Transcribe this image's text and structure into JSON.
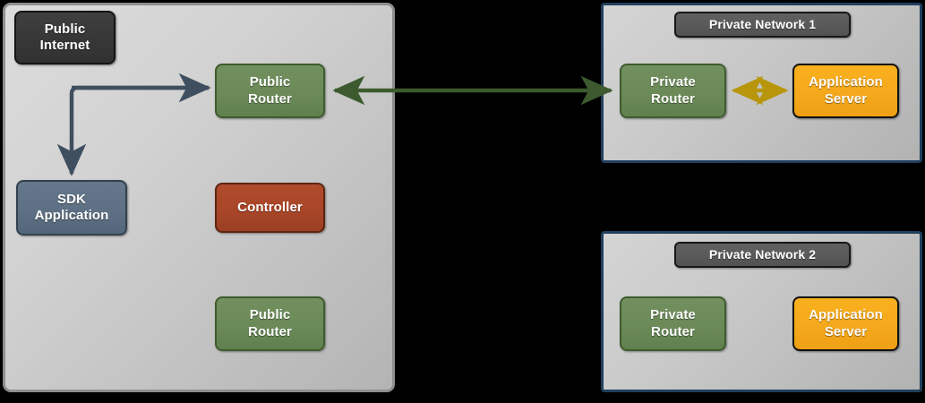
{
  "diagram": {
    "title": "Public Internet / Private Network connectivity diagram",
    "background_color": "#000000"
  },
  "panels": {
    "public": {
      "name": "Public cloud panel",
      "border_color": "#8e8e8e",
      "fill_color": "#d2d2d2"
    },
    "private_1": {
      "title": "Private Network 1",
      "border_color": "#20405d",
      "fill_color": "#c9c9c9"
    },
    "private_2": {
      "title": "Private Network 2",
      "border_color": "#20405d",
      "fill_color": "#c9c9c9"
    }
  },
  "nodes": {
    "public_internet": {
      "label": "Public\nInternet",
      "color": "#373737"
    },
    "public_router_top": {
      "label": "Public\nRouter",
      "color": "#6b8a58"
    },
    "sdk_application": {
      "label": "SDK\nApplication",
      "color": "#5e7083"
    },
    "controller": {
      "label": "Controller",
      "color": "#a84628"
    },
    "public_router_bottom": {
      "label": "Public\nRouter",
      "color": "#6b8a58"
    },
    "pn1_private_router": {
      "label": "Private\nRouter",
      "color": "#6b8a58"
    },
    "pn1_application_server": {
      "label": "Application\nServer",
      "color": "#f5a81c"
    },
    "pn2_private_router": {
      "label": "Private\nRouter",
      "color": "#6b8a58"
    },
    "pn2_application_server": {
      "label": "Application\nServer",
      "color": "#f5a81c"
    }
  },
  "connectors": {
    "internet_to_router_and_sdk": {
      "name": "elbow connector from Public Internet down to SDK Application and right to Public Router",
      "color": "#3f4f60",
      "direction": "two-branch-arrow"
    },
    "public_router_to_private_router": {
      "name": "bidirectional link between Public Router and Private Router 1",
      "color": "#3c5a2e",
      "direction": "bidirectional"
    },
    "private_router_to_app_server": {
      "name": "bidirectional link between Private Router 1 and Application Server",
      "color": "#b8960c",
      "direction": "bidirectional"
    }
  }
}
